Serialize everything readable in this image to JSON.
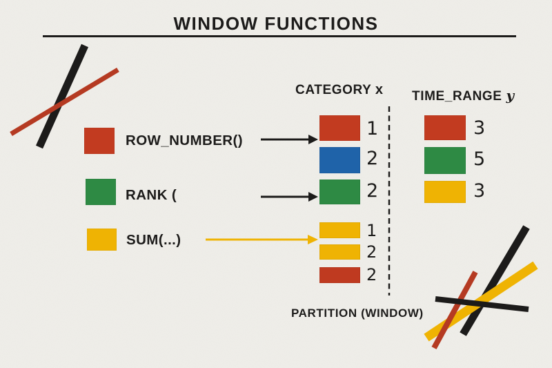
{
  "title": "WINDOW FUNCTIONS",
  "palette": {
    "ink": "#1c1b1a",
    "red": "#c23b20",
    "dark_red": "#b53a22",
    "blue": "#1f63a9",
    "green": "#2e8a44",
    "yellow": "#efb303",
    "paper": "#f0efea"
  },
  "legend": {
    "items": [
      {
        "label": "ROW_NUMBER()",
        "swatch_color": "#c23b20"
      },
      {
        "label": "RANK (",
        "swatch_color": "#2e8a44"
      },
      {
        "label": "SUM(...)",
        "swatch_color": "#efb303"
      }
    ]
  },
  "arrows": [
    {
      "name": "row-number-to-category-arrow",
      "color": "#1c1b1a"
    },
    {
      "name": "rank-to-category-arrow",
      "color": "#1c1b1a"
    },
    {
      "name": "sum-to-window-arrow",
      "color": "#efb303"
    }
  ],
  "category_column": {
    "header": "CATEGORY",
    "header_var": "x",
    "rows": [
      {
        "value": "1",
        "color": "#c23b20"
      },
      {
        "value": "2",
        "color": "#1f63a9"
      },
      {
        "value": "2",
        "color": "#2e8a44"
      }
    ],
    "window_rows": [
      {
        "value": "1",
        "color": "#efb303"
      },
      {
        "value": "2",
        "color": "#efb303"
      },
      {
        "value": "2",
        "color": "#bf3a20"
      }
    ]
  },
  "time_range_column": {
    "header": "TIME_RANGE",
    "header_var": "y",
    "rows": [
      {
        "value": "3",
        "color": "#c23b20"
      },
      {
        "value": "5",
        "color": "#2e8a44"
      },
      {
        "value": "3",
        "color": "#efb303"
      }
    ]
  },
  "partition_label": "PARTITION (WINDOW)"
}
